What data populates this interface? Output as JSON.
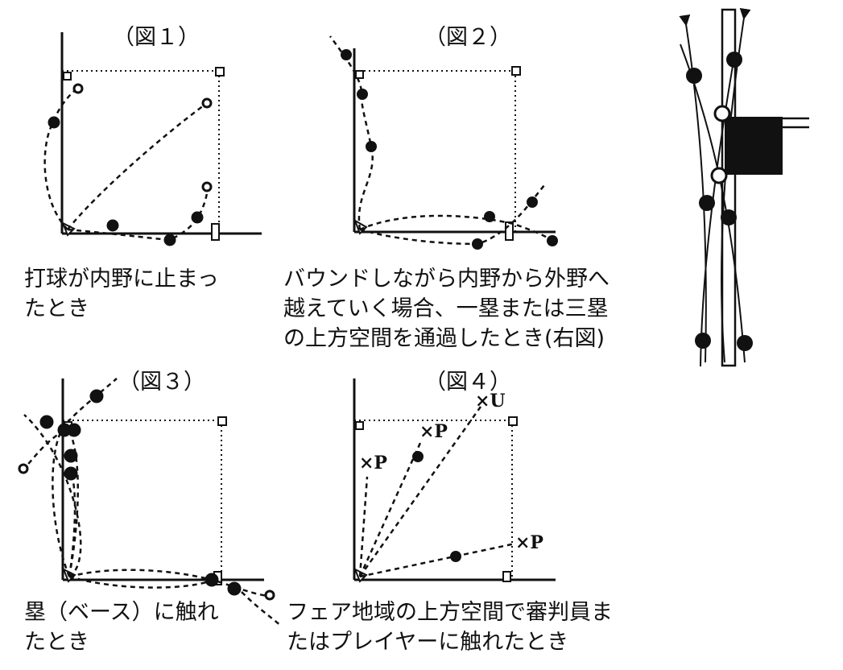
{
  "figures": [
    {
      "title": "（図１）",
      "caption": [
        "打球が内野に止まっ",
        "たとき"
      ]
    },
    {
      "title": "（図２）",
      "caption": [
        "バウンドしながら内野から外野へ",
        "越えていく場合、一塁または三塁",
        "の上方空間を通過したとき(右図)"
      ]
    },
    {
      "title": "（図３）",
      "caption": [
        "塁（ベース）に触れ",
        "たとき"
      ]
    },
    {
      "title": "（図４）",
      "caption": [
        "フェア地域の上方空間で審判員ま",
        "たはプレイヤーに触れたとき"
      ]
    }
  ],
  "markers": {
    "umpire": "×U",
    "player": "×P"
  },
  "colors": {
    "ink": "#111111",
    "paper": "#ffffff"
  }
}
